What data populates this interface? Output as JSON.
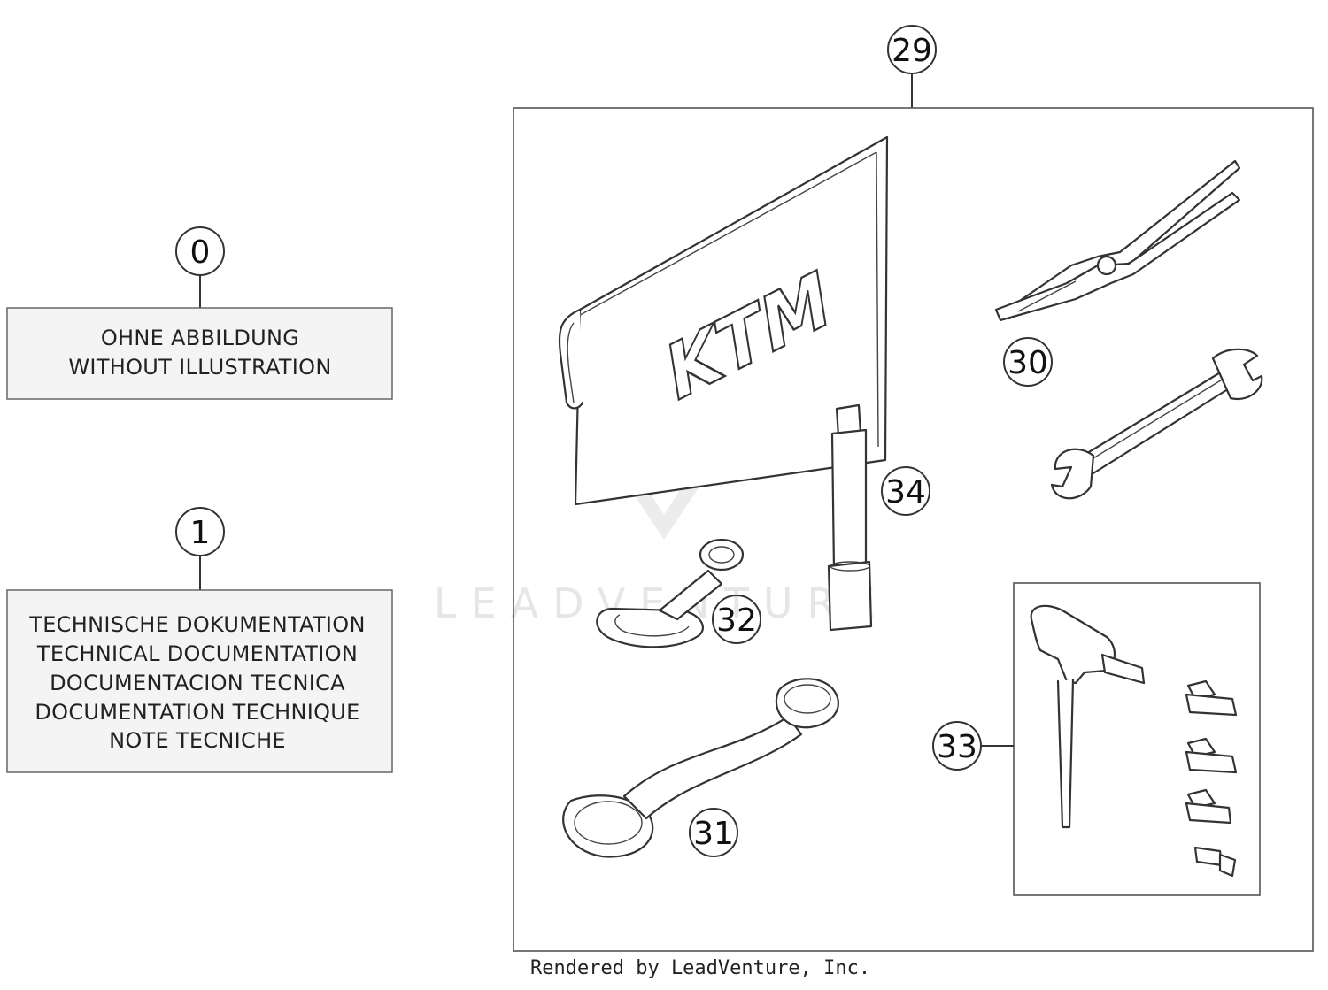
{
  "callouts": {
    "c0": "0",
    "c1": "1",
    "c29": "29",
    "c30": "30",
    "c31": "31",
    "c32": "32",
    "c33": "33",
    "c34": "34"
  },
  "note_0": {
    "line1": "OHNE ABBILDUNG",
    "line2": "WITHOUT ILLUSTRATION"
  },
  "note_1": {
    "line1": "TECHNISCHE DOKUMENTATION",
    "line2": "TECHNICAL DOCUMENTATION",
    "line3": "DOCUMENTACION TECNICA",
    "line4": "DOCUMENTATION TECHNIQUE",
    "line5": "NOTE TECNICHE"
  },
  "pouch_logo": "KTM",
  "watermark": "LEADVENTURE",
  "footer": "Rendered by LeadVenture, Inc."
}
